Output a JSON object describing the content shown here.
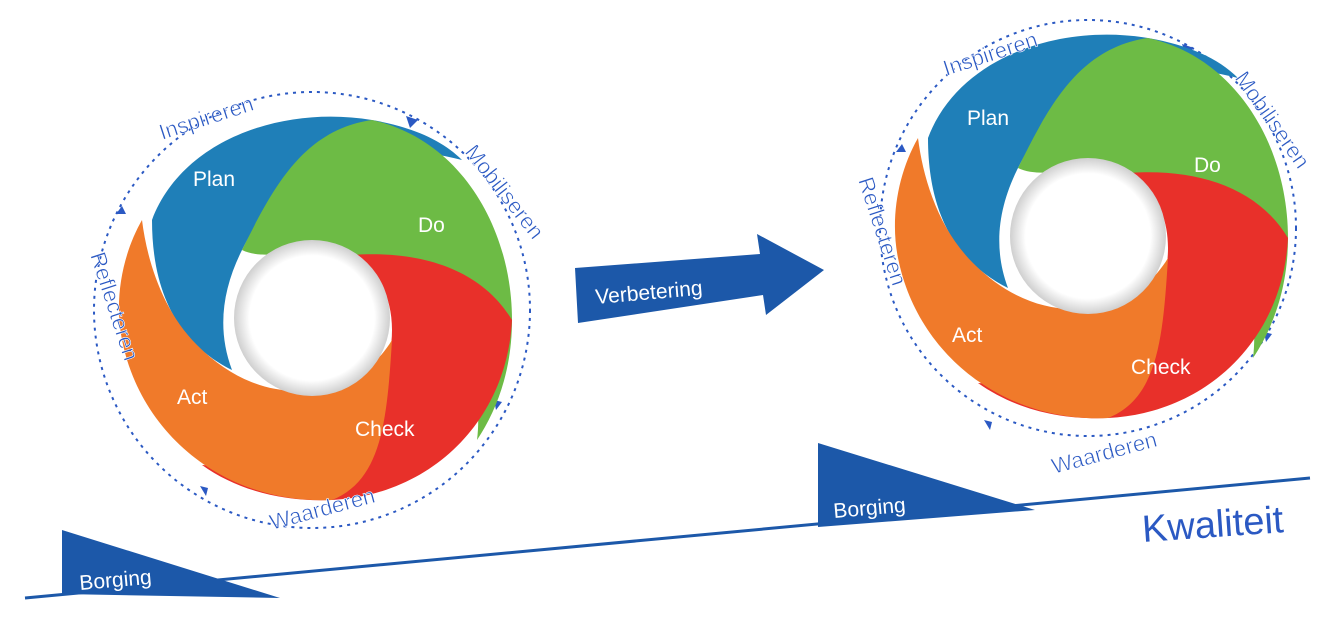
{
  "colors": {
    "plan": "#1f7fb8",
    "do": "#6dbb45",
    "check": "#e8302a",
    "act": "#f07a2a",
    "accent": "#1c58a9",
    "ring_text": "#2b59c3"
  },
  "cycles": [
    {
      "segments": {
        "plan": "Plan",
        "do": "Do",
        "check": "Check",
        "act": "Act"
      },
      "ring": {
        "top": "Inspireren",
        "right": "Mobiliseren",
        "bottom": "Waarderen",
        "left": "Reflecteren"
      }
    },
    {
      "segments": {
        "plan": "Plan",
        "do": "Do",
        "check": "Check",
        "act": "Act"
      },
      "ring": {
        "top": "Inspireren",
        "right": "Mobiliseren",
        "bottom": "Waarderen",
        "left": "Reflecteren"
      }
    }
  ],
  "improvement_arrow": {
    "label": "Verbetering"
  },
  "wedges": [
    {
      "label": "Borging"
    },
    {
      "label": "Borging"
    }
  ],
  "quality_label": "Kwaliteit"
}
